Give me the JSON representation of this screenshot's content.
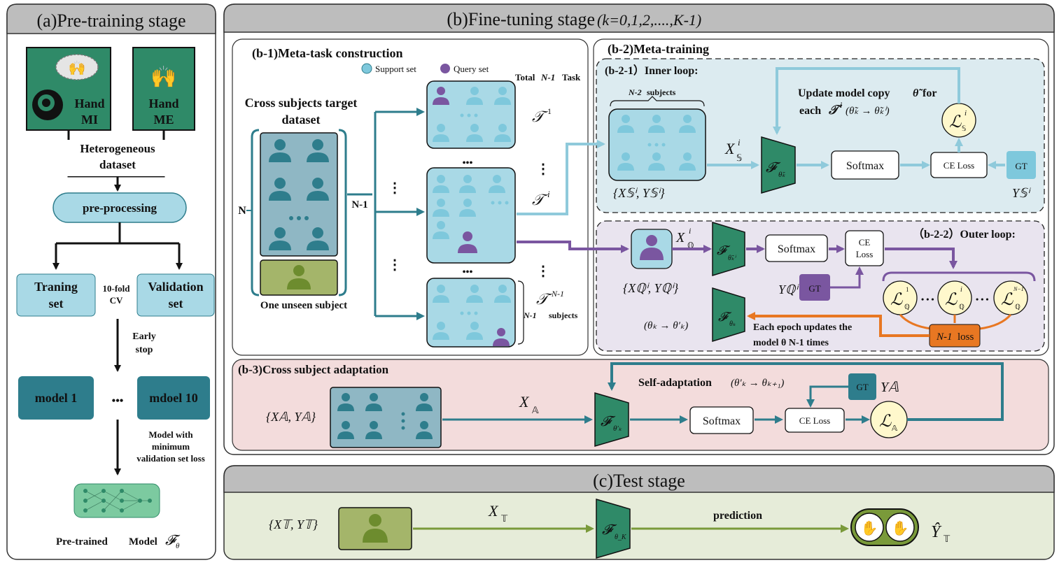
{
  "pretrain": {
    "title": "(a)Pre-training stage",
    "hand_mi": [
      "Hand",
      "MI"
    ],
    "hand_me": [
      "Hand",
      "ME"
    ],
    "hetero": [
      "Heterogeneous",
      "dataset"
    ],
    "preprocess": "pre-processing",
    "train_set": [
      "Traning",
      "set"
    ],
    "cv": [
      "10-fold",
      "CV"
    ],
    "val_set": [
      "Validation",
      "set"
    ],
    "early": [
      "Early",
      "stop"
    ],
    "model1": "model 1",
    "dots": "•••",
    "model10": "mdoel 10",
    "minloss": [
      "Model with",
      "minimum",
      "validation set loss"
    ],
    "pretrained_prefix": "Pre-trained",
    "pretrained_model": "Model",
    "pretrained_math": "𝓕",
    "pretrained_sub": "θ"
  },
  "finetune": {
    "title": "(b)Fine-tuning stage",
    "title_k": "(k=0,1,2,....,K-1)",
    "b1": {
      "title": "(b-1)Meta-task construction",
      "support": "Support set",
      "query": "Query set",
      "total_prefix": "Total",
      "total_mid": "N-1",
      "total_suffix": "Task",
      "dataset": [
        "Cross subjects target",
        "dataset"
      ],
      "unseen": "One unseen subject",
      "n": "N",
      "n1": "N-1",
      "t1_sup": "1",
      "ti_sup": "i",
      "tn_sup": "N-1",
      "n1_subjects_i": "N-1",
      "n1_subjects": "subjects",
      "vdots": "⋮",
      "hdots": "•••"
    },
    "b2": {
      "title": "(b-2)Meta-training",
      "inner": "(b-2-1）Inner loop:",
      "n2_i": "N-2",
      "n2": "subjects",
      "update1": "Update model copy",
      "update1_sym": "θ̃",
      "update1_for": "for",
      "update2_each": "each",
      "update2_rest": "(θ̃ₖ → θ̃ₖⁱ)",
      "softmax": "Softmax",
      "ce_loss": "CE Loss",
      "gt": "GT",
      "xs": "X",
      "outer": "（b-2-2）Outer loop:",
      "ce_two": [
        "CE",
        "Loss"
      ],
      "each_epoch": [
        "Each epoch updates the",
        "model θ N-1 times"
      ],
      "n1loss_i": "N-1",
      "n1loss": "loss",
      "theta_update": "(θₖ → θ′ₖ)"
    },
    "b3": {
      "title": "(b-3)Cross subject adaptation",
      "self_adapt": "Self-adaptation",
      "self_adapt_math": "(θ′ₖ → θₖ₊₁)",
      "softmax": "Softmax",
      "ce_loss": "CE Loss",
      "gt": "GT"
    }
  },
  "test": {
    "title": "(c)Test stage",
    "prediction": "prediction"
  },
  "colors": {
    "panel_gray": "#bdbdbd",
    "teal": "#2f7f8f",
    "teal_dark": "#2e7d8c",
    "light_blue": "#a9d9e6",
    "inner_bg": "#dcebf0",
    "outer_bg": "#e9e4ef",
    "b3_bg": "#f3dcdc",
    "test_bg": "#e6ecd9",
    "green_dark": "#2f8a68",
    "olive": "#7a9a3a",
    "purple": "#7a56a0",
    "orange": "#e87722",
    "yellow": "#fff8cc"
  }
}
